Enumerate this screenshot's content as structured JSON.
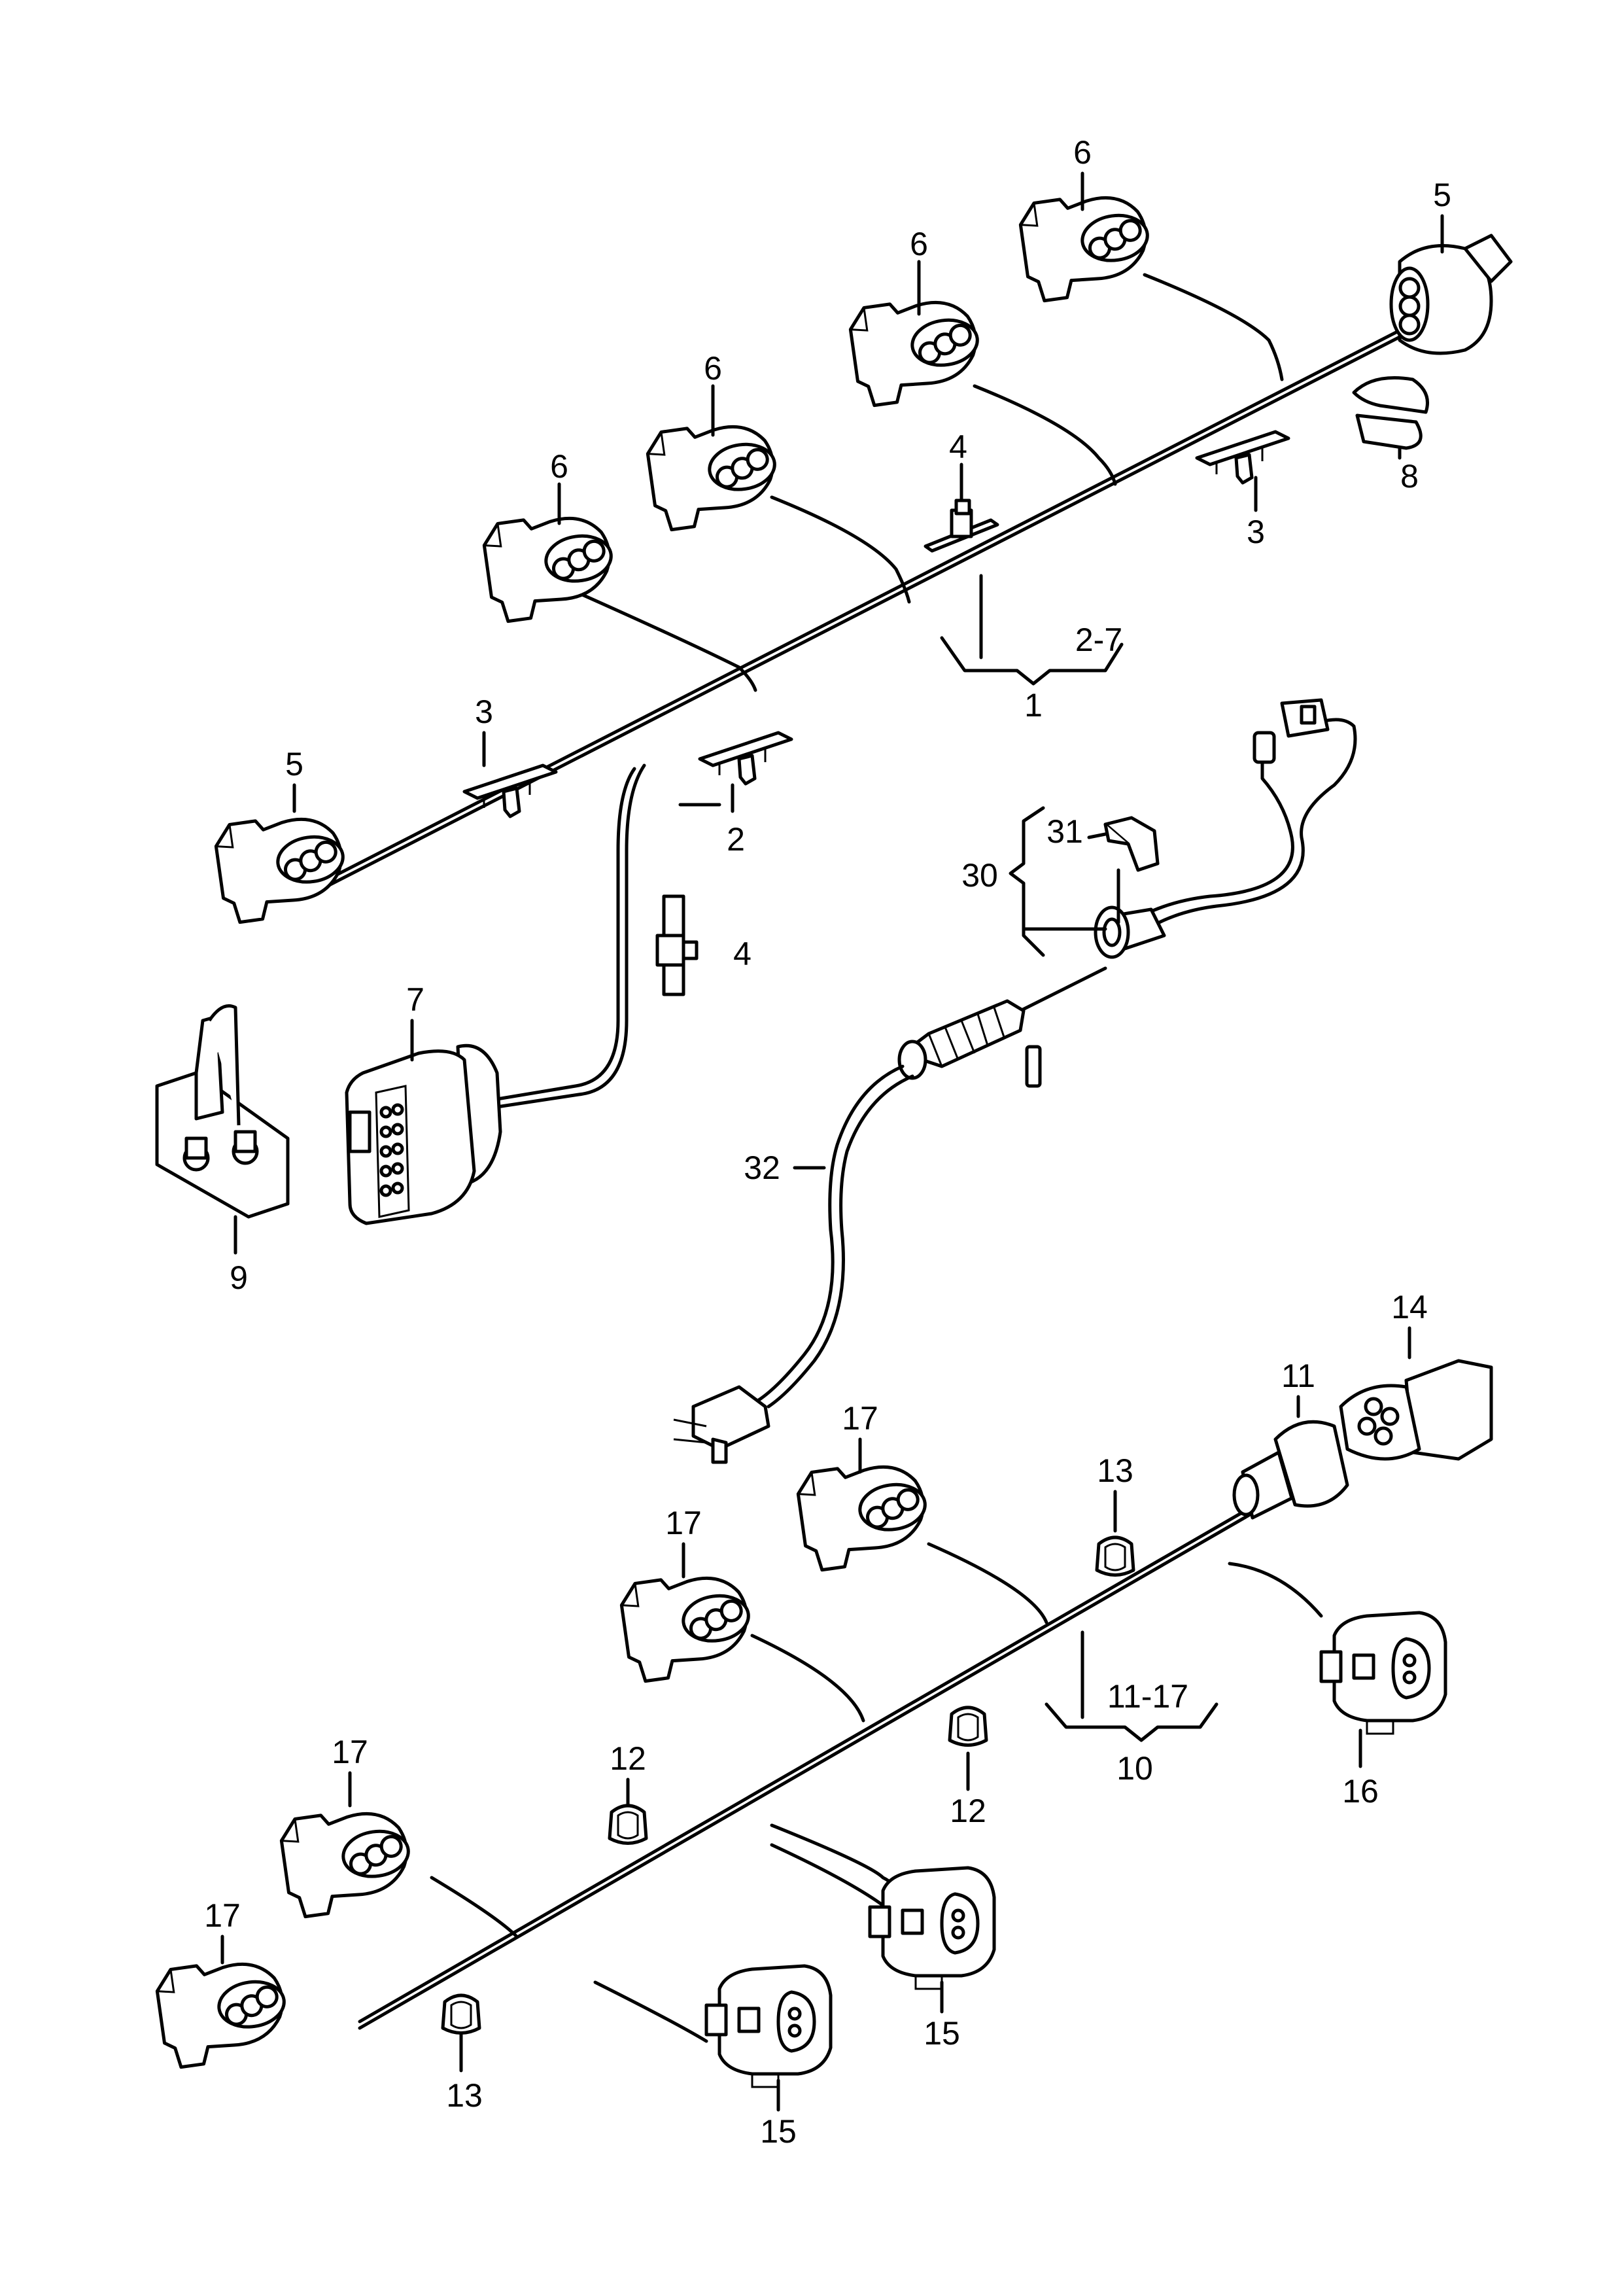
{
  "labels": {
    "l6a": "6",
    "l6b": "6",
    "l6c": "6",
    "l6d": "6",
    "l5a": "5",
    "l5b": "5",
    "l8": "8",
    "l4a": "4",
    "l4b": "4",
    "l3a": "3",
    "l3b": "3",
    "l27": "2-7",
    "l1": "1",
    "l2": "2",
    "l7": "7",
    "l9": "9",
    "l31": "31",
    "l30": "30",
    "l32": "32",
    "l14": "14",
    "l11": "11",
    "l13a": "13",
    "l13b": "13",
    "l17a": "17",
    "l17b": "17",
    "l17c": "17",
    "l17d": "17",
    "l1117": "11-17",
    "l10": "10",
    "l12a": "12",
    "l12b": "12",
    "l16": "16",
    "l15a": "15",
    "l15b": "15"
  },
  "colors": {
    "line": "#000000",
    "background": "#ffffff"
  }
}
